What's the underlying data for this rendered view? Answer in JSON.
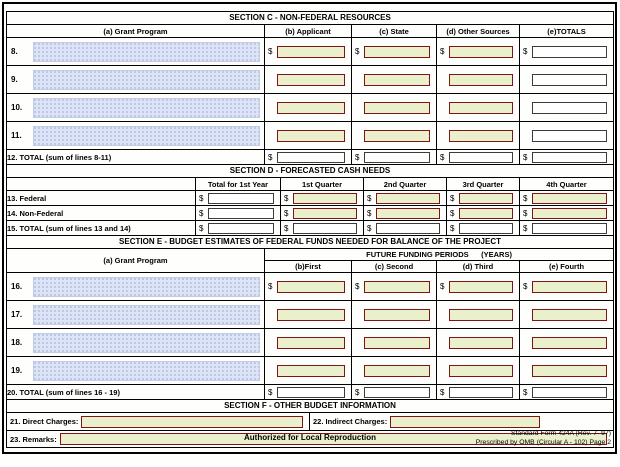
{
  "currency": "$",
  "section_c": {
    "title": "SECTION C - NON-FEDERAL RESOURCES",
    "columns": {
      "a": "(a) Grant Program",
      "b": "(b) Applicant",
      "c": "(c) State",
      "d": "(d)  Other Sources",
      "e": "(e)TOTALS"
    },
    "rows": [
      {
        "num": "8."
      },
      {
        "num": "9."
      },
      {
        "num": "10."
      },
      {
        "num": "11."
      }
    ],
    "total_label": "12. TOTAL (sum of lines 8-11)"
  },
  "section_d": {
    "title": "SECTION D - FORECASTED CASH NEEDS",
    "columns": {
      "total": "Total for 1st Year",
      "q1": "1st Quarter",
      "q2": "2nd Quarter",
      "q3": "3rd Quarter",
      "q4": "4th Quarter"
    },
    "rows": {
      "federal": "13. Federal",
      "non_federal": "14. Non-Federal",
      "total": "15. TOTAL (sum of lines 13 and 14)"
    }
  },
  "section_e": {
    "title": "SECTION E - BUDGET ESTIMATES OF FEDERAL FUNDS NEEDED FOR BALANCE OF THE PROJECT",
    "grant_program_header": "(a) Grant Program",
    "periods_header": "FUTURE FUNDING PERIODS      (YEARS)",
    "columns": {
      "b": "(b)First",
      "c": "(c) Second",
      "d": "(d) Third",
      "e": "(e) Fourth"
    },
    "rows": [
      {
        "num": "16."
      },
      {
        "num": "17."
      },
      {
        "num": "18."
      },
      {
        "num": "19."
      }
    ],
    "total_label": "20. TOTAL (sum of lines 16 - 19)"
  },
  "section_f": {
    "title": "SECTION F - OTHER BUDGET INFORMATION",
    "direct_charges_label": "21. Direct Charges:",
    "indirect_charges_label": "22. Indirect Charges:",
    "remarks_label": "23. Remarks:"
  },
  "footer": {
    "center": "Authorized for Local Reproduction",
    "right_line1": "Standard Form 424A (Rev. 7- 97)",
    "right_line2": "Prescribed by OMB (Circular A - 102) Page 2"
  },
  "colors": {
    "fillable_field": "#eaefcc",
    "fillable_border": "#7d1416",
    "grant_program_field": "#dce4f6"
  }
}
